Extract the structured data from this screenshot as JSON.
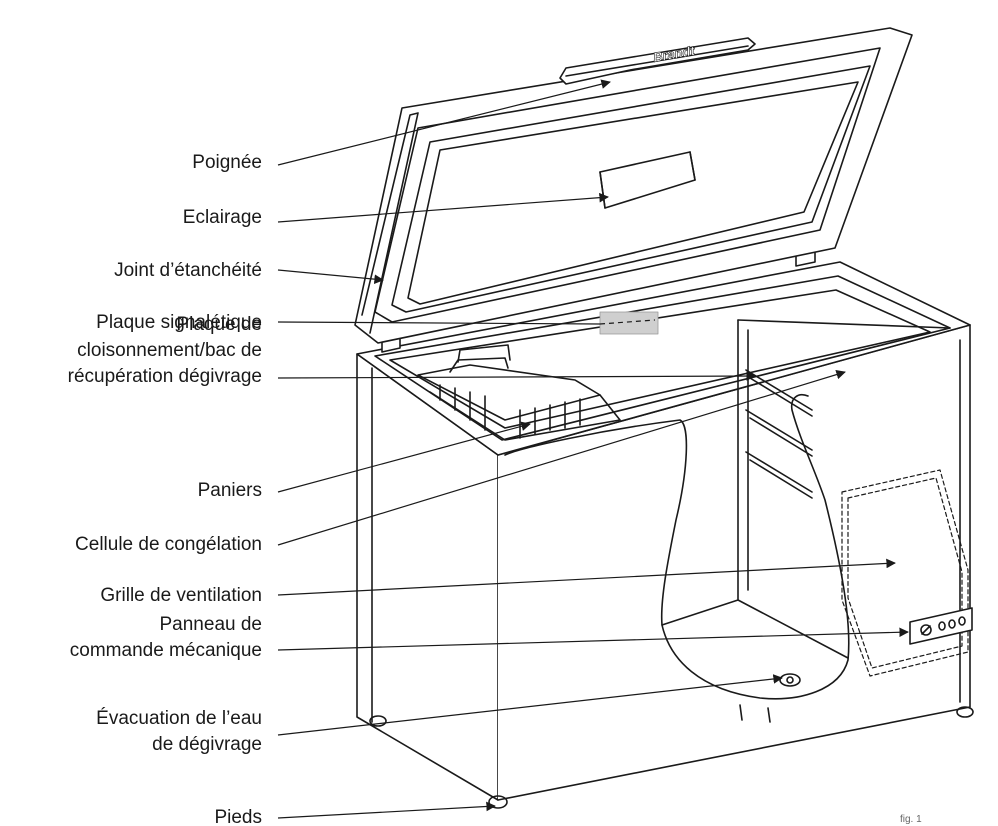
{
  "brand": "Brandt",
  "callouts": [
    {
      "id": "poignee",
      "lines": [
        "Poignée"
      ]
    },
    {
      "id": "eclairage",
      "lines": [
        "Eclairage"
      ]
    },
    {
      "id": "joint",
      "lines": [
        "Joint d’étanchéité"
      ]
    },
    {
      "id": "plaque-signaletique",
      "lines": [
        "Plaque signalétique"
      ]
    },
    {
      "id": "plaque-cloisonnement",
      "lines": [
        "Plaque de",
        "cloisonnement/bac de",
        "récupération dégivrage"
      ]
    },
    {
      "id": "paniers",
      "lines": [
        "Paniers"
      ]
    },
    {
      "id": "cellule",
      "lines": [
        "Cellule de congélation"
      ]
    },
    {
      "id": "grille",
      "lines": [
        "Grille de ventilation"
      ]
    },
    {
      "id": "panneau",
      "lines": [
        "Panneau de",
        "commande mécanique"
      ]
    },
    {
      "id": "evacuation",
      "lines": [
        "Évacuation de l’eau",
        "de dégivrage"
      ]
    },
    {
      "id": "pieds",
      "lines": [
        "Pieds"
      ]
    }
  ],
  "page_mark": "fig. 1"
}
